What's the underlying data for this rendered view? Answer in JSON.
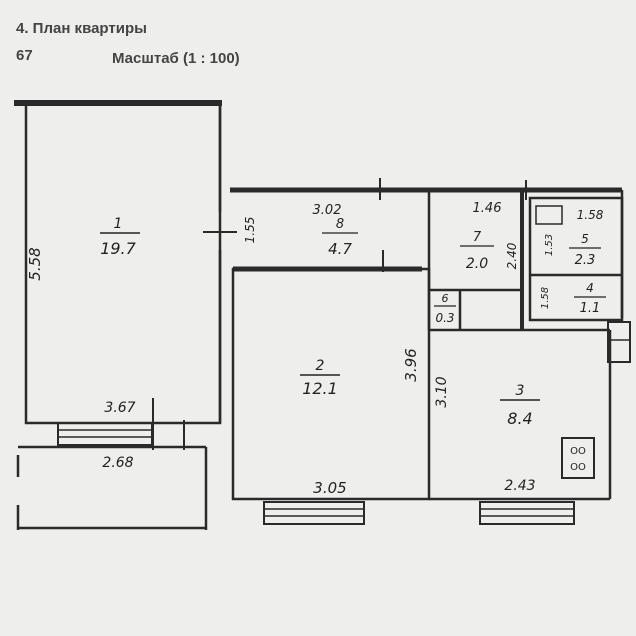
{
  "header": {
    "title": "4. План квартиры",
    "number": "67",
    "scale": "Масштаб (1 : 100)"
  },
  "rooms": [
    {
      "num": "1",
      "area": "19.7"
    },
    {
      "num": "2",
      "area": "12.1"
    },
    {
      "num": "3",
      "area": "8.4"
    },
    {
      "num": "4",
      "area": "1.1"
    },
    {
      "num": "5",
      "area": "2.3"
    },
    {
      "num": "6",
      "area": "0.3"
    },
    {
      "num": "7",
      "area": "2.0"
    },
    {
      "num": "8",
      "area": "4.7"
    }
  ],
  "dimensions": {
    "room1_height": "5.58",
    "room1_width": "3.67",
    "balcony_width": "2.68",
    "hall_width": "3.02",
    "hall_height": "1.55",
    "room7_width": "1.46",
    "room7_height": "2.40",
    "room5_width": "1.58",
    "room5_height": "1.53",
    "room4_height": "1.58",
    "room2_height": "3.96",
    "room2_width": "3.05",
    "room3_height": "3.10",
    "room3_width": "2.43"
  },
  "stove": {
    "top": "ОО",
    "bottom": "ОО"
  }
}
